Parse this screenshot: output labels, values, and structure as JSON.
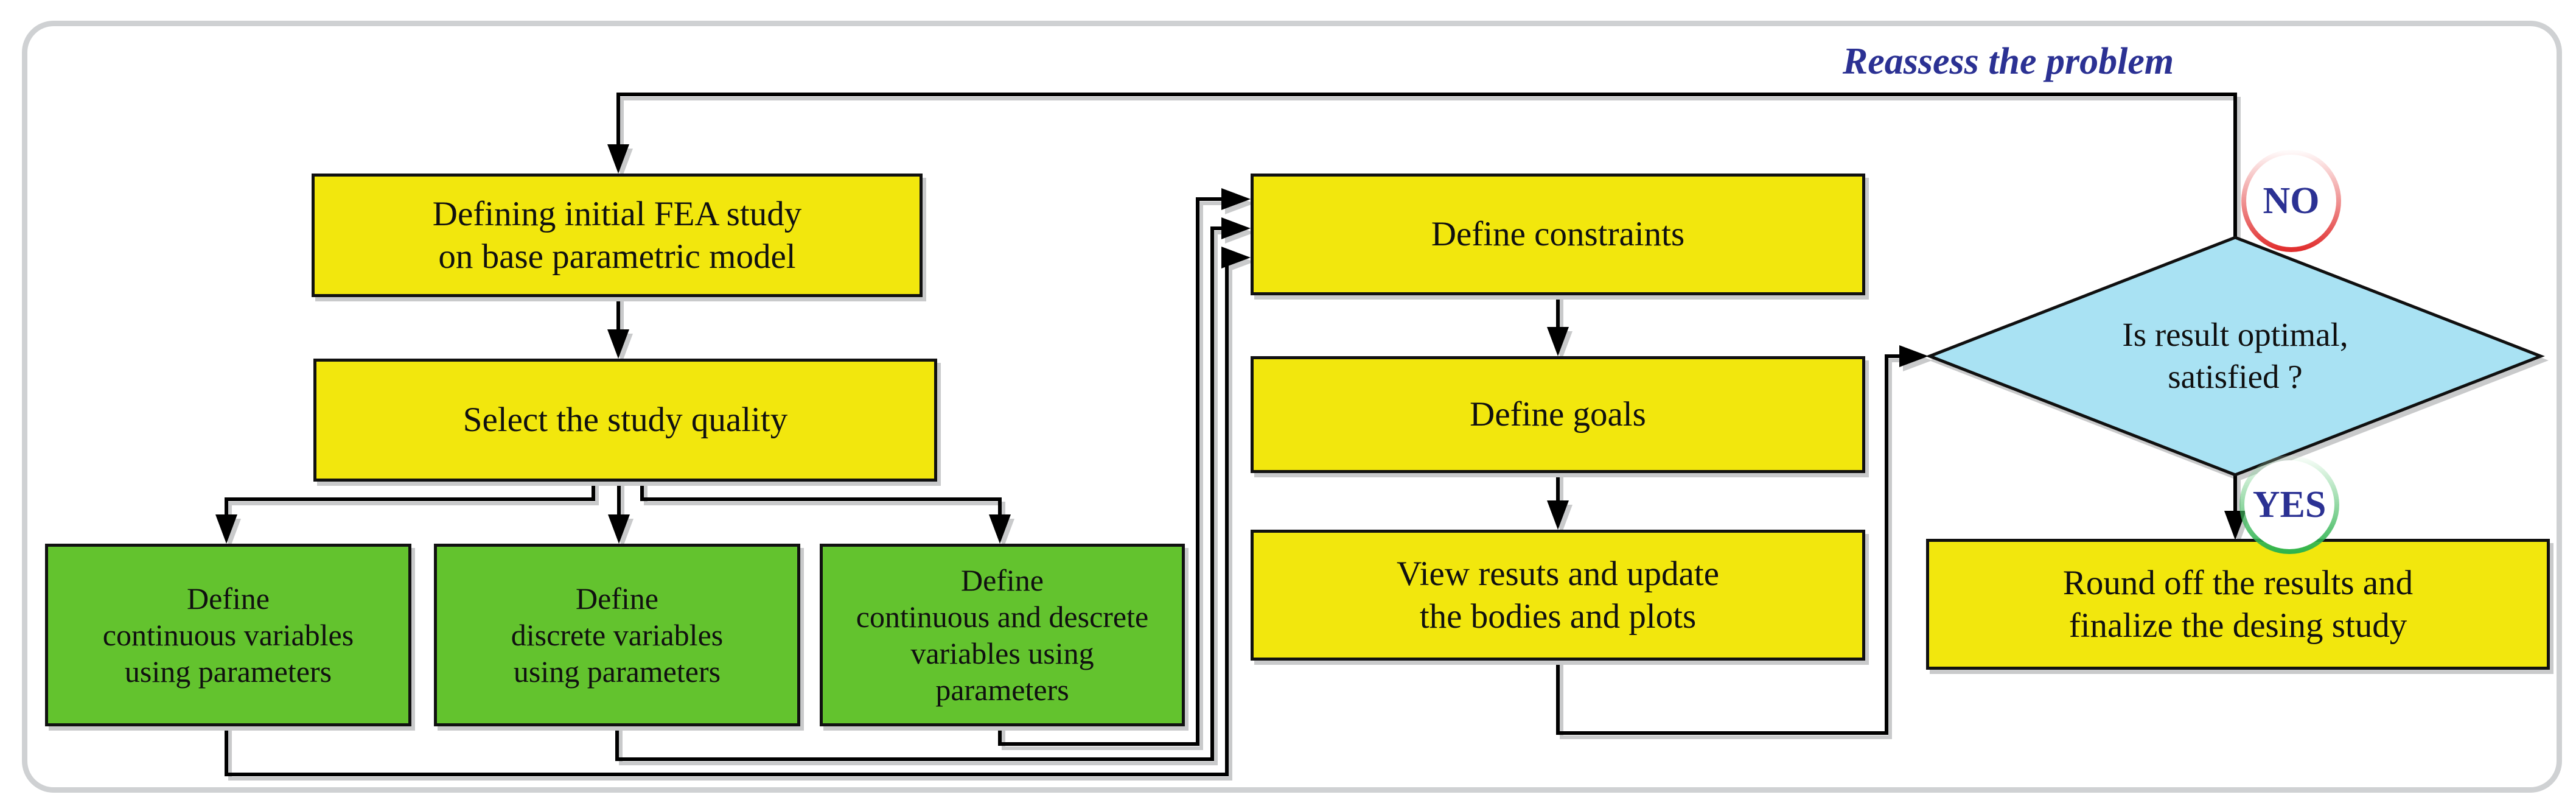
{
  "loop_label": "Reassess the problem",
  "nodes": {
    "fea": {
      "label": "Defining initial FEA study\non base parametric model"
    },
    "select": {
      "label": "Select the study quality"
    },
    "continuous": {
      "label": "Define\ncontinuous variables\nusing parameters"
    },
    "discrete": {
      "label": "Define\ndiscrete variables\nusing parameters"
    },
    "mixed": {
      "label": "Define\ncontinuous and descrete\nvariables using\nparameters"
    },
    "constraints": {
      "label": "Define constraints"
    },
    "goals": {
      "label": "Define goals"
    },
    "view": {
      "label": "View resuts and update\nthe bodies and plots"
    },
    "round": {
      "label": "Round off the results and\nfinalize the desing study"
    },
    "decision": {
      "label": "Is result optimal,\nsatisfied ?"
    }
  },
  "decision_outcomes": {
    "no": "NO",
    "yes": "YES"
  },
  "colors": {
    "process_fill": "#F2E70D",
    "variables_fill": "#63C32E",
    "decision_fill": "#A9E2F3",
    "accent_text": "#2B3193",
    "no_border": "#E02A2A",
    "yes_border": "#2BB24D",
    "connector": "#000000",
    "frame_border": "#CFD1D3"
  }
}
